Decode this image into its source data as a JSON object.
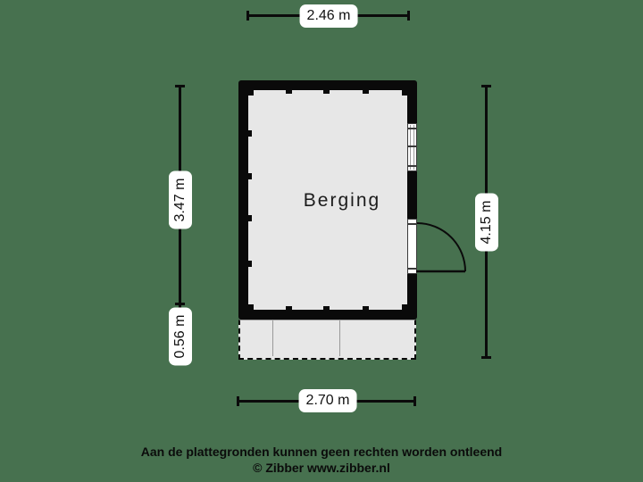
{
  "floorplan": {
    "room": {
      "label": "Berging"
    },
    "dimensions": {
      "top": "2.46 m",
      "left_upper": "3.47 m",
      "left_lower": "0.56 m",
      "right": "4.15 m",
      "bottom": "2.70 m"
    },
    "icons": [
      "window-icon",
      "door-swing-icon",
      "canopy-dashed-area"
    ],
    "colors": {
      "background": "#47714F",
      "wall": "#0a0a0a",
      "floor": "#e7e7e7",
      "dim_line": "#0b0b0b",
      "label_bg": "#ffffff",
      "label_text": "#111111",
      "panel_line": "#999999"
    }
  },
  "footer": {
    "disclaimer": "Aan de plattegronden kunnen geen rechten worden ontleend",
    "attribution": "© Zibber www.zibber.nl"
  }
}
